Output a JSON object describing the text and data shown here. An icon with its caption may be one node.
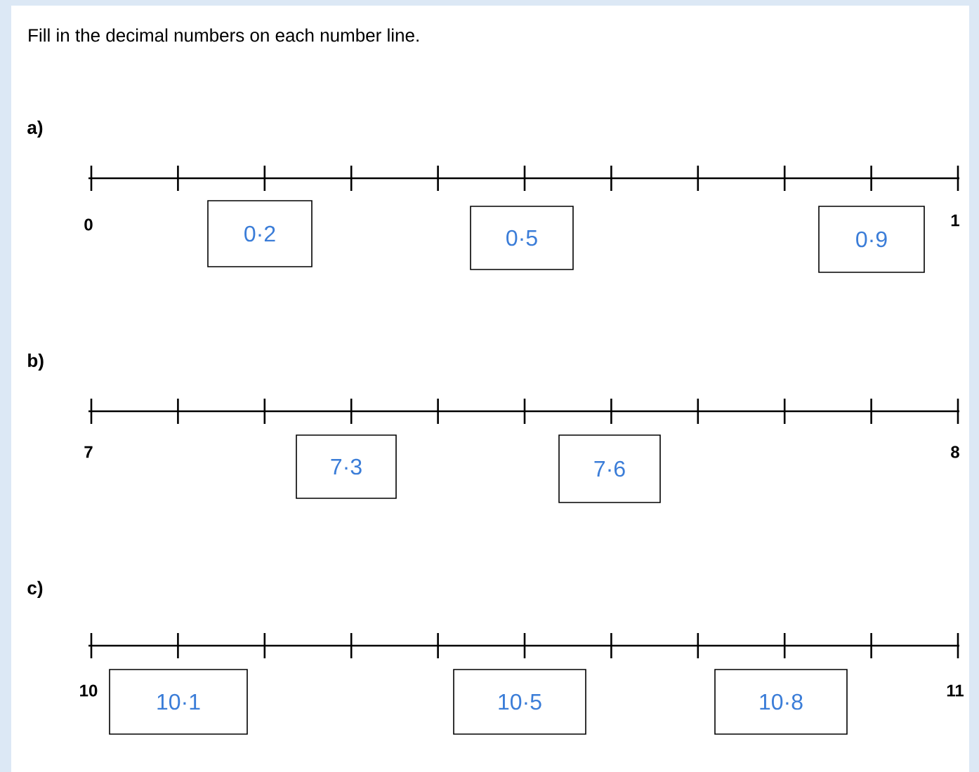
{
  "diagram": {
    "title": "Fill in the decimal numbers on each number line.",
    "nodes": [
      {
        "text": [
          "0·2"
        ]
      },
      {
        "text": [
          "0·5"
        ]
      },
      {
        "text": [
          "0·9"
        ]
      },
      {
        "text": [
          "7·3"
        ]
      },
      {
        "text": [
          "7·6"
        ]
      },
      {
        "text": [
          "10·1"
        ]
      },
      {
        "text": [
          "10·5"
        ]
      },
      {
        "text": [
          "10·8"
        ]
      }
    ],
    "labels": [
      "a)",
      "0",
      "1",
      "b)",
      "7",
      "8",
      "c)",
      "10",
      "11"
    ]
  }
}
